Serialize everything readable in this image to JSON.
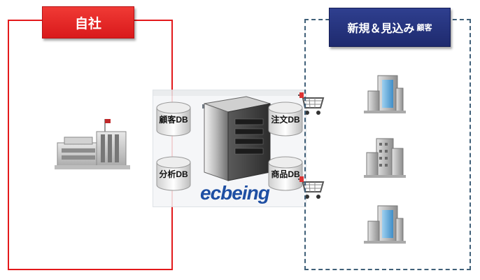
{
  "left_group": {
    "label": "自社"
  },
  "right_group": {
    "label": "新規＆見込み",
    "label_suffix": "顧客"
  },
  "databases": {
    "customer": "顧客DB",
    "order": "注文DB",
    "analysis": "分析DB",
    "product": "商品DB"
  },
  "brand": {
    "logo_text": "ecbeing"
  },
  "colors": {
    "own_red": "#e3191b",
    "customer_navy": "#1e2a6e",
    "frame_dashed": "#3f5f78",
    "brand_blue": "#1e4fa3"
  },
  "icons": [
    "factory-building-icon",
    "server-tower-icon",
    "database-cylinder-icon",
    "shopping-cart-icon",
    "office-building-icon"
  ]
}
